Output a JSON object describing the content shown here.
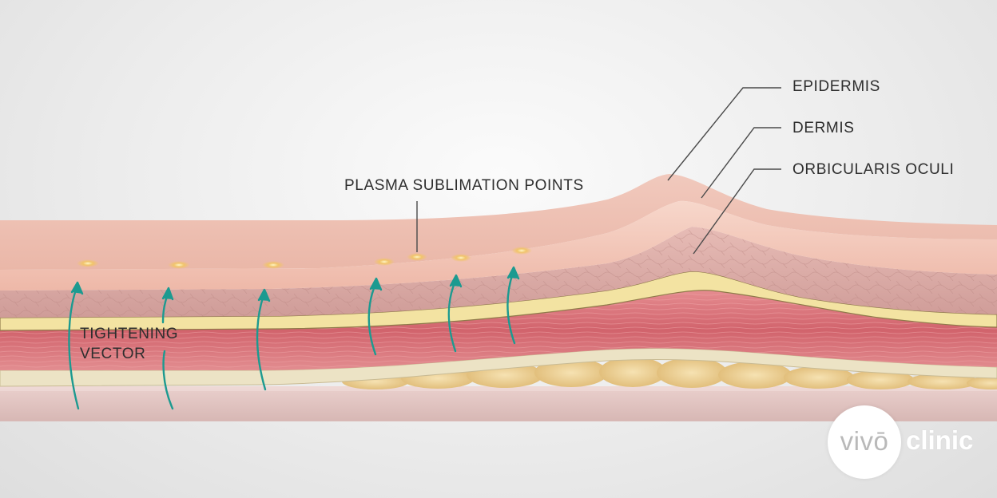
{
  "labels": {
    "epidermis": "EPIDERMIS",
    "dermis": "DERMIS",
    "orbicularis": "ORBICULARIS OCULI",
    "plasma_points": "PLASMA SUBLIMATION POINTS",
    "tightening_line1": "TIGHTENING",
    "tightening_line2": "VECTOR"
  },
  "logo": {
    "brand": "vivō",
    "suffix": "clinic"
  },
  "colors": {
    "epidermis": "#f3c4b6",
    "dermis": "#dcaaa4",
    "orbicularis_membrane": "#f2e2a0",
    "muscle": "#d86d74",
    "fascia": "#ede4c4",
    "fat": "#eed39a",
    "base": "#e3c5c2",
    "arrow": "#1c9a90",
    "leader": "#4a4a4a"
  },
  "icons": {
    "tightening_arrow": "curved-up-arrow-icon",
    "plasma_point": "sublimation-dot-icon"
  }
}
